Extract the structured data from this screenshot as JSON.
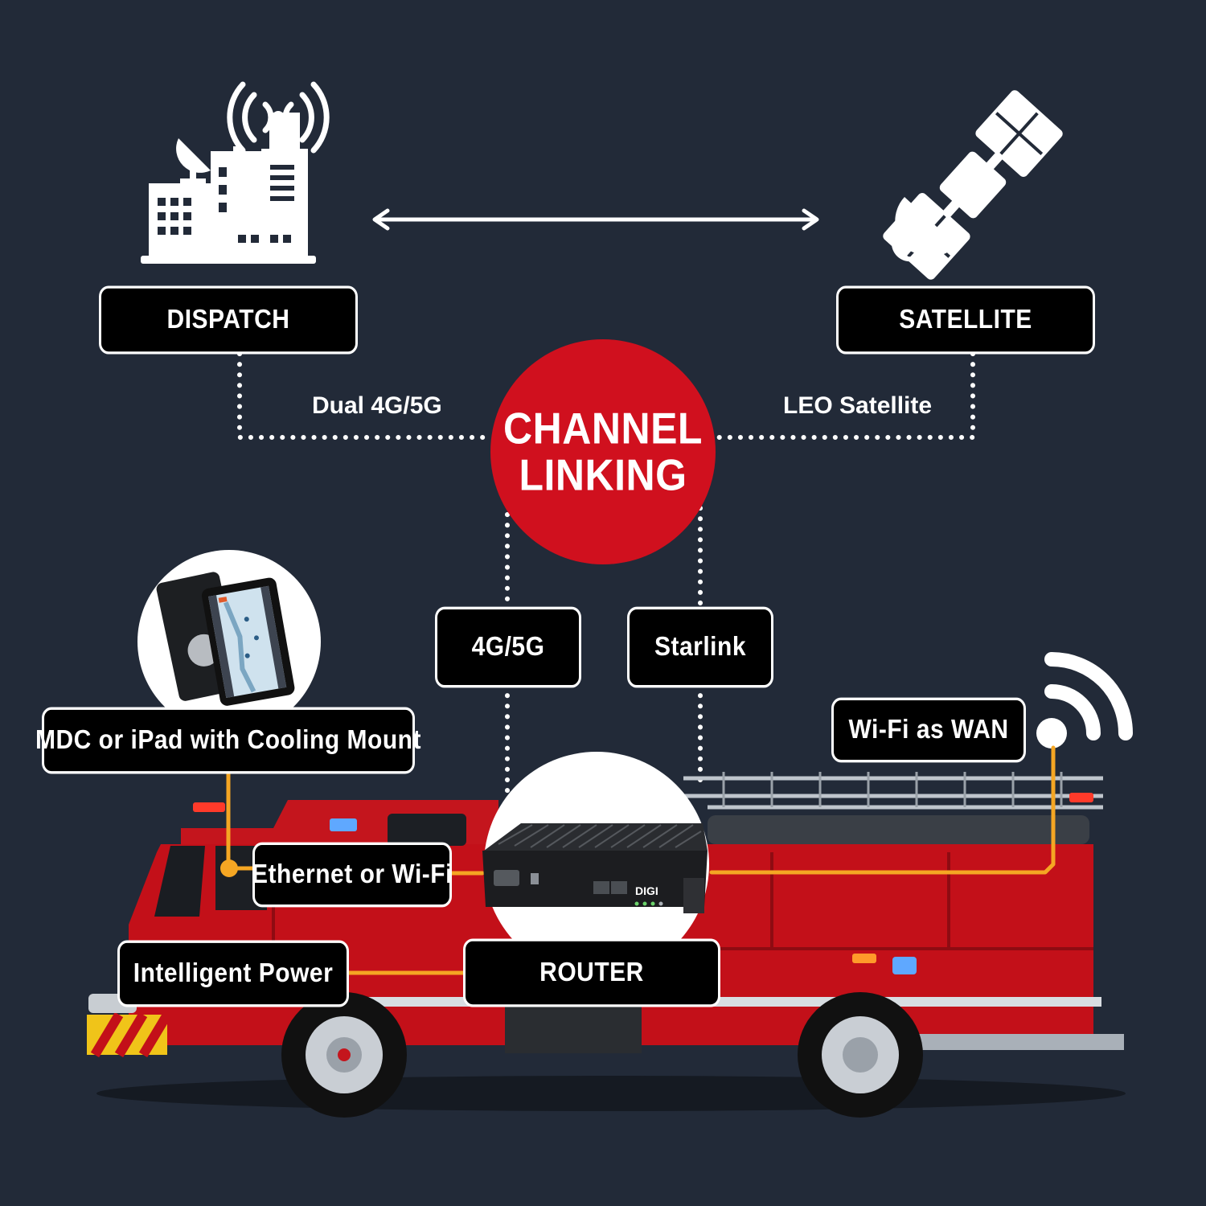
{
  "nodes": {
    "dispatch": "DISPATCH",
    "satellite": "SATELLITE",
    "router": "ROUTER"
  },
  "center": {
    "line1": "CHANNEL",
    "line2": "LINKING"
  },
  "links": {
    "dual_cellular": "Dual 4G/5G",
    "leo_satellite": "LEO Satellite"
  },
  "channels": {
    "cellular": "4G/5G",
    "starlink": "Starlink"
  },
  "vehicle_labels": {
    "mdc": "MDC or iPad with Cooling Mount",
    "ethernet": "Ethernet or Wi-Fi",
    "power": "Intelligent Power",
    "wifi_wan": "Wi-Fi as WAN"
  },
  "device_branding": {
    "router_logo": "DIGI"
  },
  "icons": [
    "dispatch-building-icon",
    "satellite-icon",
    "double-arrow-icon",
    "wifi-icon",
    "tablet-icon",
    "router-device-icon",
    "fire-truck-illustration"
  ],
  "colors": {
    "background": "#222a38",
    "channel_circle": "#d0101e",
    "connector_line": "#f5a623",
    "label_bg": "#000000",
    "label_border": "#ffffff",
    "icon": "#ffffff"
  }
}
